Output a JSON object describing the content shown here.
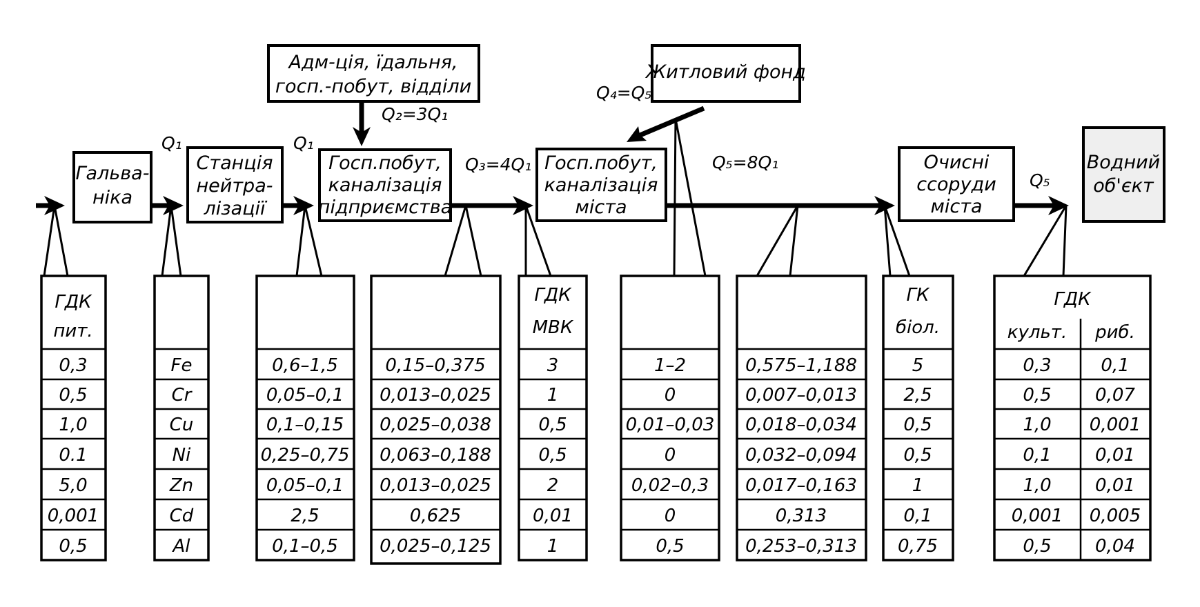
{
  "process_boxes": {
    "galvanika": [
      "Гальва-",
      "ніка"
    ],
    "neutralization": [
      "Станція",
      "нейтра-",
      "лізації"
    ],
    "admin": [
      "Адм-ція, їдальня,",
      "госп.-побут, відділи"
    ],
    "enterprise_sewage": [
      "Госп.побут,",
      "каналізація",
      "підприємства"
    ],
    "housing": [
      "Житловий фонд"
    ],
    "city_sewage": [
      "Госп.побут,",
      "каналізація",
      "міста"
    ],
    "treatment": [
      "Очисні",
      "ссоруди",
      "міста"
    ],
    "water_body": [
      "Водний",
      "об'єкт"
    ]
  },
  "flow_labels": {
    "q1_a": "Q₁",
    "q1_b": "Q₁",
    "q2": "Q₂=3Q₁",
    "q3": "Q₃=4Q₁",
    "q4": "Q₄=Q₅",
    "q5_flow": "Q₅=8Q₁",
    "q5_out": "Q₅"
  },
  "tables": {
    "t1": {
      "header": [
        "ГДК",
        "пит."
      ],
      "values": [
        "0,3",
        "0,5",
        "1,0",
        "0.1",
        "5,0",
        "0,001",
        "0,5"
      ]
    },
    "t2": {
      "header": [],
      "values": [
        "Fe",
        "Cr",
        "Cu",
        "Ni",
        "Zn",
        "Cd",
        "Al"
      ]
    },
    "t3": {
      "header": [],
      "values": [
        "0,6–1,5",
        "0,05–0,1",
        "0,1–0,15",
        "0,25–0,75",
        "0,05–0,1",
        "2,5",
        "0,1–0,5"
      ]
    },
    "t4": {
      "header": [],
      "values": [
        "0,15–0,375",
        "0,013–0,025",
        "0,025–0,038",
        "0,063–0,188",
        "0,013–0,025",
        "0,625",
        "0,025–0,125"
      ]
    },
    "t5": {
      "header": [
        "ГДК",
        "МВК"
      ],
      "values": [
        "3",
        "1",
        "0,5",
        "0,5",
        "2",
        "0,01",
        "1"
      ]
    },
    "t6": {
      "header": [],
      "values": [
        "1–2",
        "0",
        "0,01–0,03",
        "0",
        "0,02–0,3",
        "0",
        "0,5"
      ]
    },
    "t7": {
      "header": [],
      "values": [
        "0,575–1,188",
        "0,007–0,013",
        "0,018–0,034",
        "0,032–0,094",
        "0,017–0,163",
        "0,313",
        "0,253–0,313"
      ]
    },
    "t8": {
      "header": [
        "ГК",
        "біол."
      ],
      "values": [
        "5",
        "2,5",
        "0,5",
        "0,5",
        "1",
        "0,1",
        "0,75"
      ]
    },
    "t9": {
      "header": "ГДК",
      "subheaders": [
        "культ.",
        "риб."
      ],
      "values_cult": [
        "0,3",
        "0,5",
        "1,0",
        "0,1",
        "1,0",
        "0,001",
        "0,5"
      ],
      "values_fish": [
        "0,1",
        "0,07",
        "0,001",
        "0,01",
        "0,01",
        "0,005",
        "0,04"
      ]
    }
  }
}
